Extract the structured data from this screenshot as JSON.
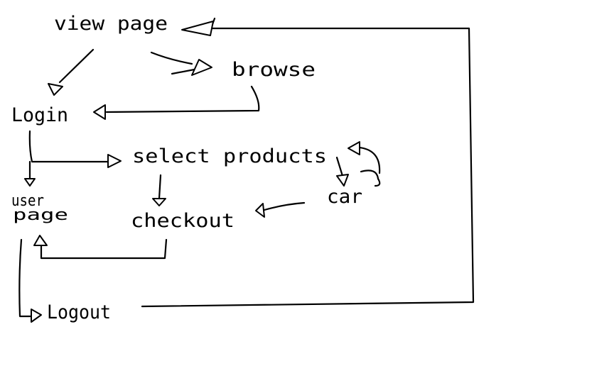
{
  "diagram": {
    "nodes": {
      "view_page": "view page",
      "browse": "browse",
      "login": "Login",
      "select_products": "select products",
      "user_page_line1": "user",
      "user_page_line2": "page",
      "checkout": "checkout",
      "cart": "car",
      "logout": "Logout"
    },
    "stroke_color": "#000000",
    "background_color": "#ffffff"
  }
}
